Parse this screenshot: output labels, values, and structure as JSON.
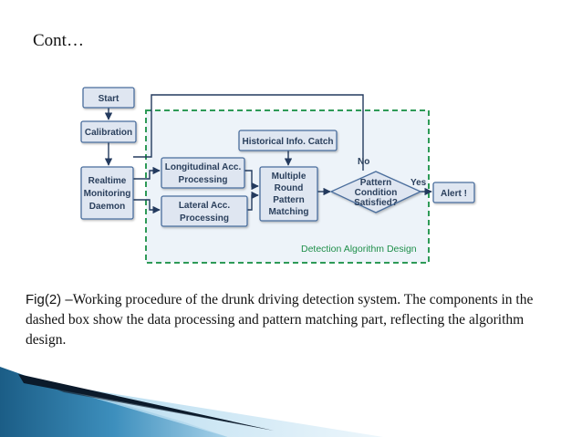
{
  "slide": {
    "heading": "Cont…",
    "caption_fig": "Fig(2) –",
    "caption_text": "Working procedure of the drunk driving detection system. The components in the dashed box show the data processing and pattern matching part, reflecting the algorithm design."
  },
  "diagram": {
    "region_label": "Detection Algorithm Design",
    "nodes": {
      "start": [
        "Start"
      ],
      "calibration": [
        "Calibration"
      ],
      "realtime": [
        "Realtime",
        "Monitoring",
        "Daemon"
      ],
      "longitudinal": [
        "Longitudinal Acc.",
        "Processing"
      ],
      "lateral": [
        "Lateral Acc.",
        "Processing"
      ],
      "historical": [
        "Historical Info. Catch"
      ],
      "matching": [
        "Multiple",
        "Round",
        "Pattern",
        "Matching"
      ],
      "condition": [
        "Pattern",
        "Condition",
        "Satisfied?"
      ],
      "alert": [
        "Alert !"
      ]
    },
    "edge_labels": {
      "no": "No",
      "yes": "Yes"
    },
    "colors": {
      "node_fill": "#dfe6f1",
      "node_stroke": "#4a6d9c",
      "region_fill": "#edf3f9",
      "region_stroke": "#2e9a57",
      "arrow": "#233a5e"
    }
  }
}
